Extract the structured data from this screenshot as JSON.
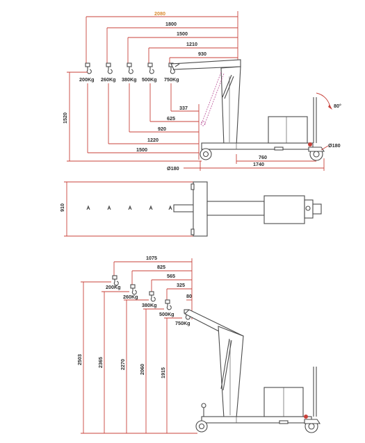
{
  "side_view": {
    "top_dims": [
      "2080",
      "1800",
      "1500",
      "1210",
      "930"
    ],
    "loads": [
      "200Kg",
      "260Kg",
      "380Kg",
      "500Kg",
      "750Kg"
    ],
    "reach_dims": [
      "337",
      "625",
      "920",
      "1220",
      "1500"
    ],
    "height_dim": "1520",
    "length_dim": "1740",
    "wheelbase_dim": "760",
    "rear_wheel": "Ø180",
    "front_wheel": "Ø180",
    "angle": "80°"
  },
  "top_view": {
    "width_dim": "910"
  },
  "raised_view": {
    "top_dims": [
      "1075",
      "825",
      "565",
      "325",
      "80"
    ],
    "loads": [
      "200Kg",
      "260Kg",
      "380Kg",
      "500Kg",
      "750Kg"
    ],
    "heights": [
      "2503",
      "2365",
      "2270",
      "2060",
      "1915"
    ]
  }
}
